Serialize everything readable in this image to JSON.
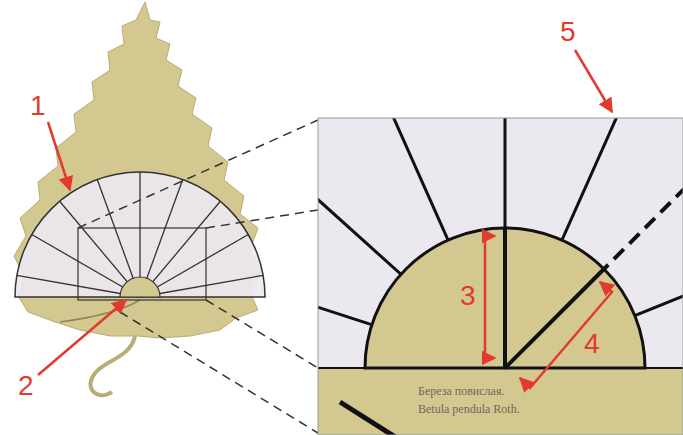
{
  "diagram": {
    "labels": [
      "1",
      "2",
      "3",
      "4",
      "5",
      "Береза повислая.",
      "Betula pendula Roth."
    ]
  }
}
